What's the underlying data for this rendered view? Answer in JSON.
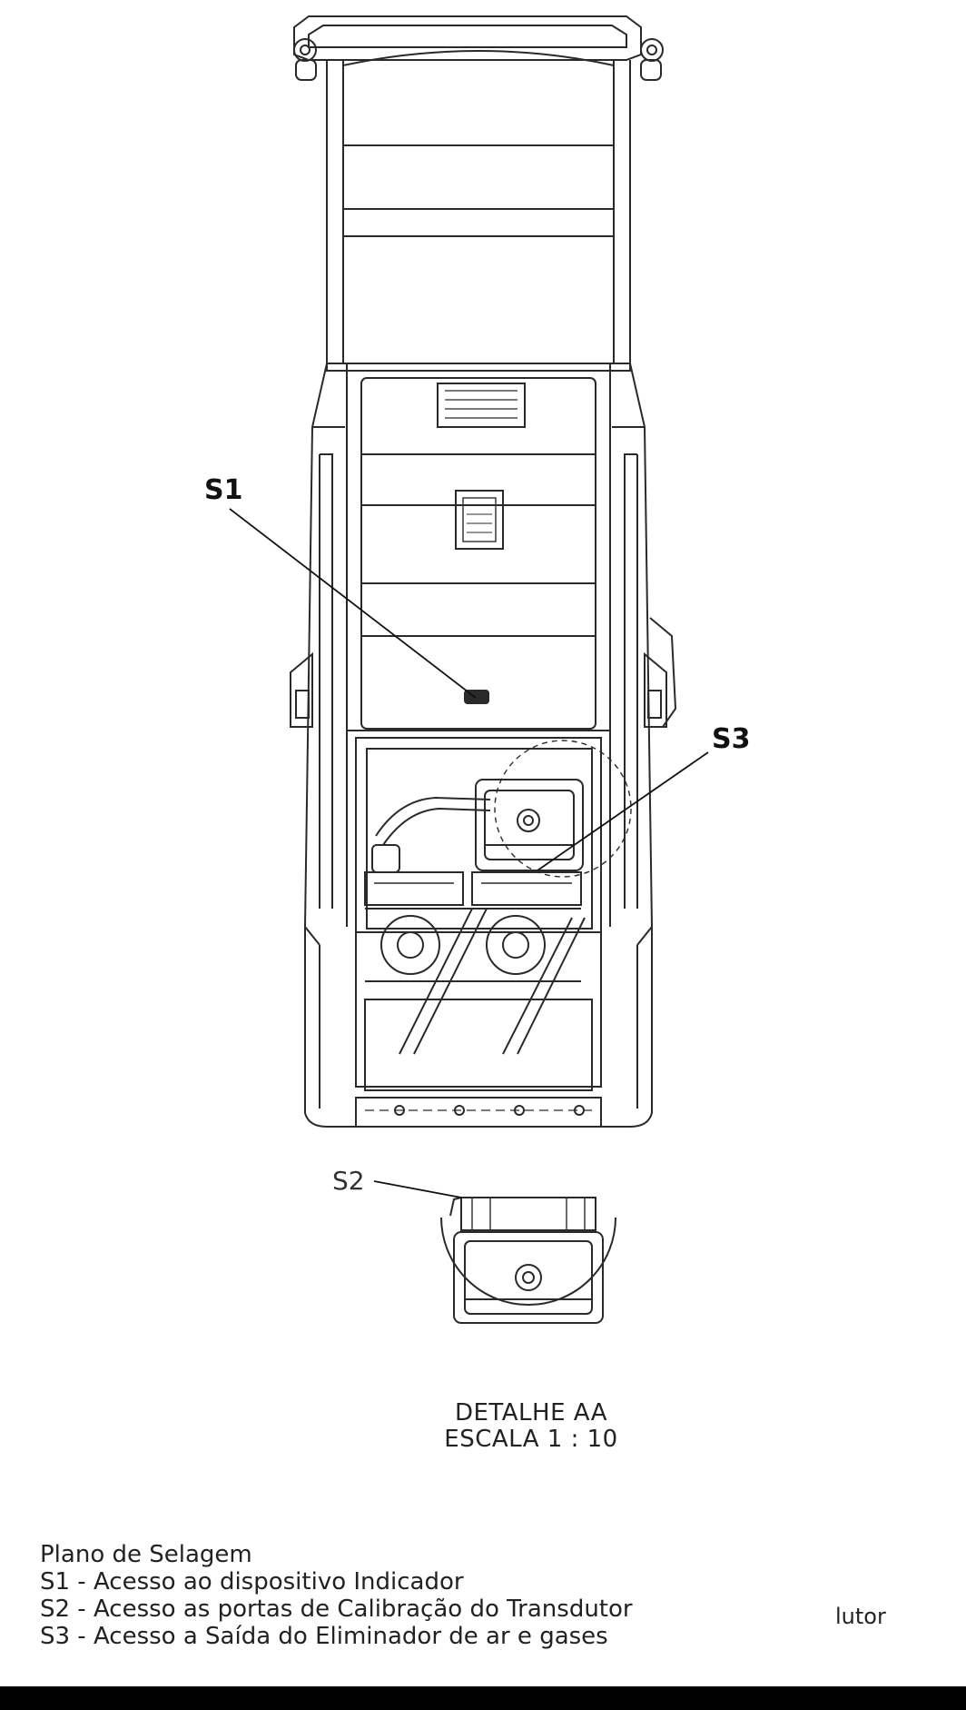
{
  "callouts": {
    "s1": "S1",
    "s2": "S2",
    "s3": "S3"
  },
  "detail": {
    "line1": "DETALHE AA",
    "line2": "ESCALA 1 : 10"
  },
  "legend": {
    "title": "Plano de Selagem",
    "items": [
      "S1 - Acesso ao dispositivo Indicador",
      "S2 - Acesso as portas de Calibração do Transdutor",
      "S3 - Acesso a Saída do Eliminador de ar e gases"
    ]
  },
  "stray_text": "lutor",
  "colors": {
    "line": "#2a2a2a",
    "background": "#ffffff",
    "footer": "#000000"
  }
}
